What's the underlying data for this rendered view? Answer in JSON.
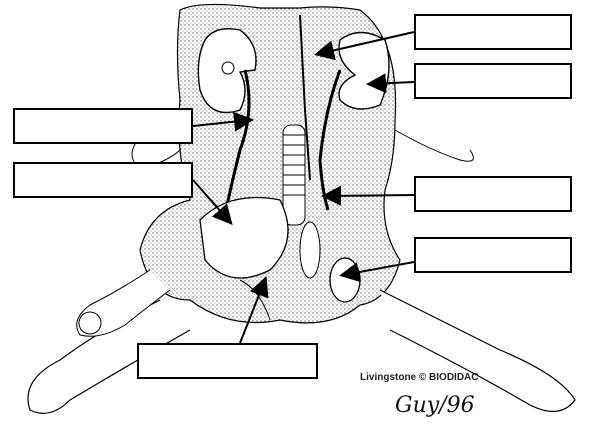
{
  "diagram": {
    "credit": "Livingstone © BIODIDAC",
    "signature": "Guy/96",
    "label_boxes": [
      {
        "id": "label-1",
        "text": ""
      },
      {
        "id": "label-2",
        "text": ""
      },
      {
        "id": "label-3",
        "text": ""
      },
      {
        "id": "label-4",
        "text": ""
      },
      {
        "id": "label-5",
        "text": ""
      },
      {
        "id": "label-6",
        "text": ""
      },
      {
        "id": "label-7",
        "text": ""
      }
    ]
  }
}
